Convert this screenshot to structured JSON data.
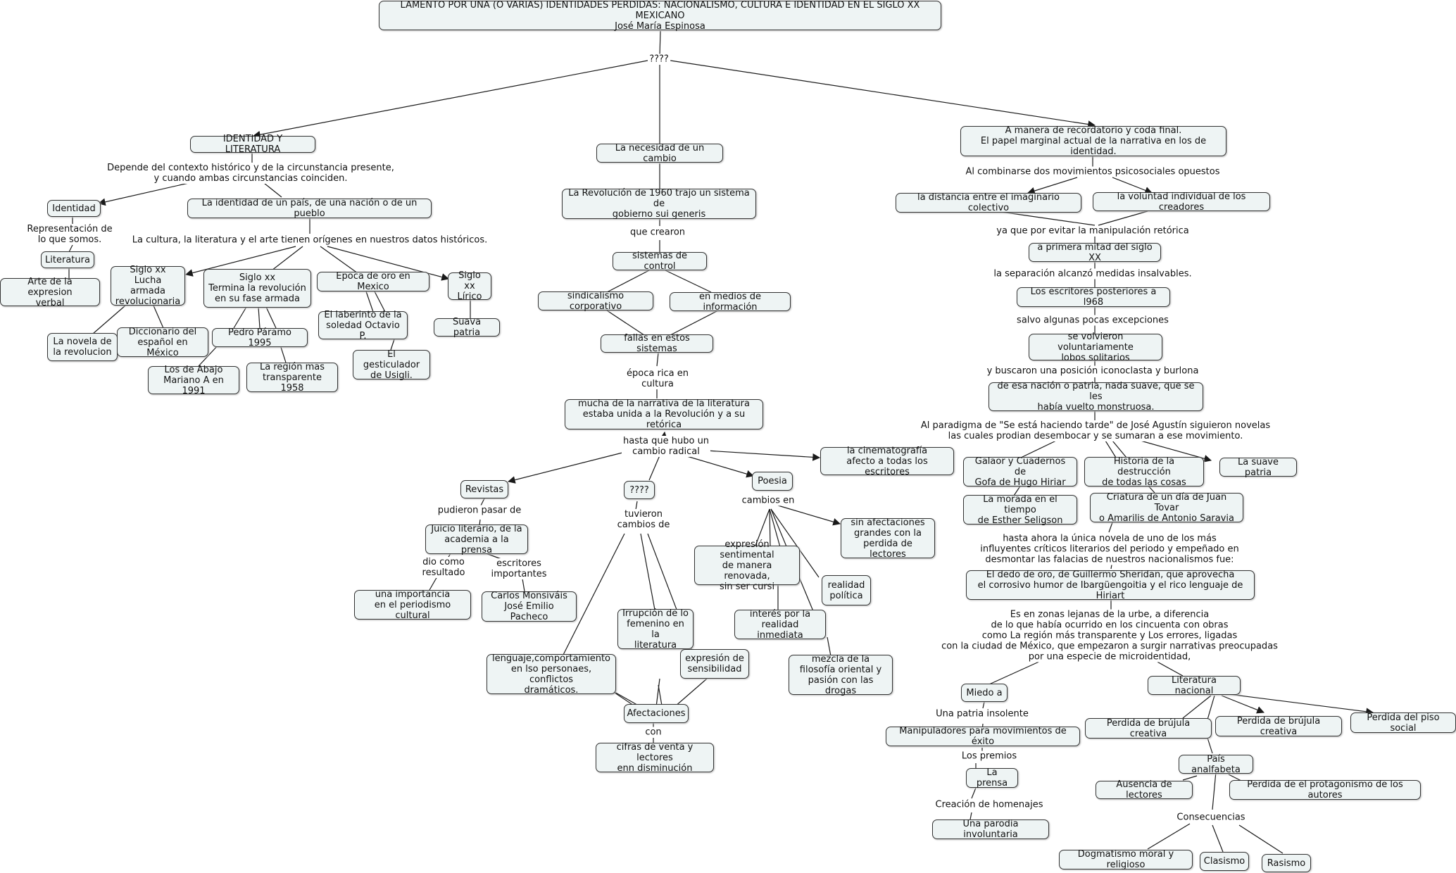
{
  "nodes": {
    "title": "LAMENTO POR UNA (O VARIAS) IDENTIDADES PERDIDAS: NACIONALISMO, CULTURA E IDENTIDAD EN EL SIGLO XX MEXICANO\nJosé María Espinosa",
    "identidad_literatura": "IDENTIDAD Y LITERATURA",
    "identidad": "Identidad",
    "literatura": "Literatura",
    "arte_expresion": "Arte de la expresion\nverbal",
    "identidad_pais": "La identidad de un país, de una nación o de un pueblo",
    "siglo_xx_lucha": "Siglo xx\nLucha armada\nrevolucionaria",
    "siglo_xx_termina": "Siglo xx\nTermina la revolución\nen su fase armada",
    "epoca_oro": "Epoca de oro en Mexico",
    "siglo_xx_lirico": "Siglo xx\nLírico",
    "novela_revolucion": "La novela de\nla revolucion",
    "diccionario": "Diccionario del\nespañol en México",
    "pedro_paramo": "Pedro Páramo 1995",
    "los_de_abajo": "Los de Abajo\nMariano A en 1991",
    "region_transparente": "La región mas\ntransparente 1958",
    "laberinto": "El laberinto de la\nsoledad Octavio P.",
    "gesticulador": "El gesticulador\nde Usigli.",
    "suave_patria_1": "Suava patria",
    "necesidad_cambio": "La necesidad de un cambio",
    "revolucion_1960": "La Revolución de 1960 trajo un sistema de\ngobierno sui generis",
    "sistemas_control": "sistemas de control",
    "sindicalismo": "sindicalismo corporativo",
    "medios_informacion": "en medios de información",
    "fallas": "fallas en estos sistemas",
    "narrativa_unida": "mucha de la narrativa de la literatura\nestaba unida a la Revolución y a su retórica",
    "cinematografia": "la cinematografía\nafecto a todas los escritores",
    "revistas": "Revistas",
    "q4_mid": "????",
    "poesia": "Poesia",
    "juicio_literario": "Juicio literario, de la\nacademia a la prensa",
    "importancia_periodismo": "una importancia\nen el periodismo cultural",
    "monsivais": "Carlos Monsiváis\nJosé Emilio Pacheco",
    "sin_afectaciones": "sin afectaciones\ngrandes con la\nperdida de lectores",
    "expresion_sentimental": "expresión sentimental\nde manera renovada,\nsin ser cursi",
    "realidad_politica": "realidad\npolítica",
    "interes_realidad": "interés por la\nrealidad inmediata",
    "mezcla_filosofia": "mezcla de la\nfilosofía oriental y\npasión con las drogas",
    "irrupcion_femenino": "Irrupción de lo\nfemenino en la\nliteratura",
    "expresion_sensibilidad": "expresión de\nsensibilidad",
    "lenguaje": "lenguaje,comportamiento\nen lso personaes, conflictos\ndramáticos.",
    "afectaciones": "Afectaciones",
    "cifras_venta": "cifras de venta y lectores\nenn disminución",
    "recordatorio": "A manera de recordatorio y coda final.\nEl papel marginal actual de la narrativa en los de identidad.",
    "distancia_imaginario": "la distancia entre el imaginario colectivo",
    "voluntad_individual": "la voluntad individual de los creadores",
    "primera_mitad": "a primera mitad del siglo XX",
    "escritores_posteriores": "Los escritores posteriores a l968",
    "volvieron_lobos": "se volvieron voluntariamente\nlobos solitarios",
    "nacion_patria": "de esa nación o patria, nada suave, que se les\nhabía vuelto monstruosa.",
    "galaor": "Galaor y Cuadernos de\nGofa de Hugo Hiriar",
    "historia_destruccion": "Historia de la destrucción\nde todas las cosas",
    "suave_patria_2": "La suave patria",
    "morada_tiempo": "La morada en el tiempo\nde Esther Seligson",
    "criatura_dia": "Criatura de un día de Juan Tovar\no Amarilis de Antonio Saravia",
    "dedo_oro": "El dedo de oro, de Guillermo Sheridan, que aprovecha\nel corrosivo humor de Ibargüengoitia y el rico lenguaje de Hiriart",
    "miedo_a": "Miedo a",
    "literatura_nacional": "Literatura nacional",
    "manipuladores": "Manipuladores para movimientos de éxito",
    "la_prensa": "La prensa",
    "parodia": "Una parodia involuntaria",
    "brujula_1": "Perdida de brújula creativa",
    "brujula_2": "Perdida de brújula creativa",
    "piso_social": "Perdida del piso social",
    "pais_analfabeta": "País analfabeta",
    "ausencia_lectores": "Ausencia de lectores",
    "perdida_protagonismo": "Perdida de el protagonismo de los autores",
    "dogmatismo": "Dogmatismo moral y religioso",
    "clasismo": "Clasismo",
    "racismo": "Rasismo"
  },
  "labels": {
    "q4_top": "????",
    "depende_contexto": "Depende del contexto histórico y de la circunstancia presente,\ny cuando ambas circunstancias coinciden.",
    "representacion": "Representación de\nlo que somos.",
    "cultura_origenes": "La cultura, la literatura y el arte tienen orígenes en nuestros datos históricos.",
    "que_crearon": "que crearon",
    "epoca_rica": "época rica en\ncultura",
    "hasta_que": "hasta que hubo un\ncambio radical",
    "pudieron_pasar": "pudieron pasar de",
    "dio_como": "dio como\nresultado",
    "escritores_importantes": "escritores\nimportantes",
    "tuvieron_cambios": "tuvieron\ncambios de",
    "cambios_en": "cambios en",
    "con": "con",
    "al_combinarse": "Al combinarse dos movimientos psicosociales opuestos",
    "ya_que": "ya que por evitar la manipulación retórica",
    "separacion": "la separación alcanzó medidas insalvables.",
    "salvo": "salvo algunas pocas excepciones",
    "buscaron": "y buscaron una posición iconoclasta y burlona",
    "paradigma": "Al paradigma de \"Se está haciendo tarde\" de José Agustín siguieron novelas\nlas cuales prodian desembocar y se sumaran a ese movimiento.",
    "hasta_ahora": "hasta ahora la única novela de uno de los más\ninfluyentes críticos literarios del periodo y empeñado en\ndesmontar las falacias de nuestros nacionalismos fue:",
    "zonas_lejanas": "Es en zonas lejanas de la urbe, a diferencia\nde lo que había ocurrido en los cincuenta con obras\ncomo La región más transparente y Los errores, ligadas\ncon la ciudad de México, que empezaron a surgir narrativas preocupadas\npor una especie de microidentidad,",
    "patria_insolente": "Una patria insolente",
    "los_premios": "Los premios",
    "creacion_homenajes": "Creación de homenajes",
    "consecuencias": "Consecuencias"
  },
  "colors": {
    "node_fill": "#eef4f4",
    "node_border": "#333333",
    "link": "#1a1a1a",
    "background": "#ffffff"
  }
}
